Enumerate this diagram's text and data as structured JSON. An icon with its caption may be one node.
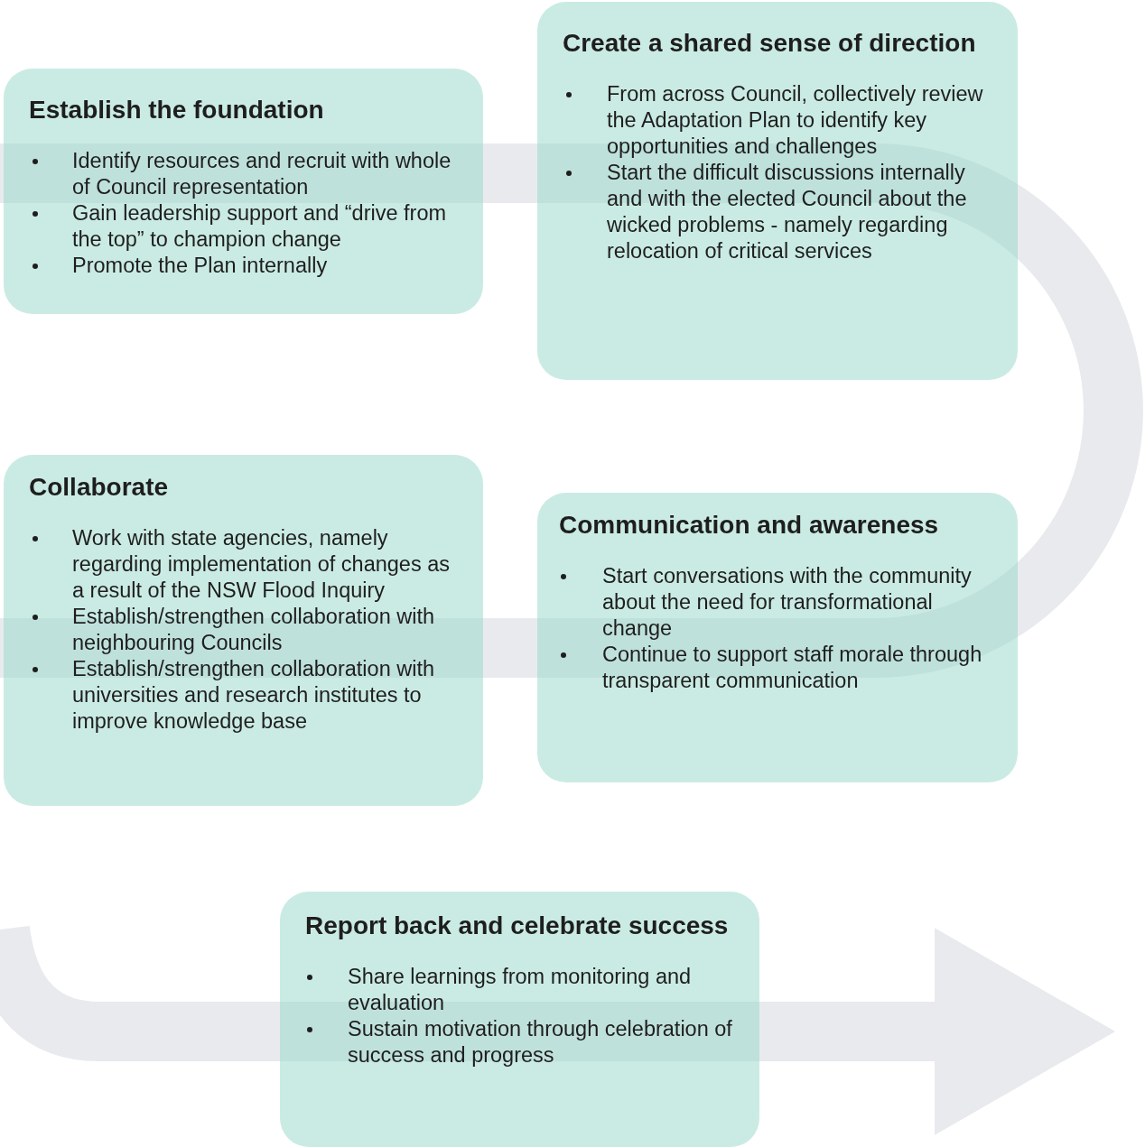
{
  "diagram": {
    "nodes": [
      {
        "text": [
          "Establish the foundation",
          "Identify resources and recruit with whole of Council representation",
          "Gain leadership support and “drive from the top” to champion change",
          "Promote the Plan internally"
        ]
      },
      {
        "text": [
          "Create a shared sense of direction",
          "From across Council, collectively review the Adaptation Plan to identify key opportunities and challenges",
          "Start the difficult discussions internally and with the elected Council about the wicked problems - namely regarding relocation of critical services"
        ]
      },
      {
        "text": [
          "Collaborate",
          "Work with state agencies, namely regarding implementation of changes as a result of the NSW Flood Inquiry",
          "Establish/strengthen collaboration with neighbouring Councils",
          "Establish/strengthen collaboration with universities and research institutes to improve knowledge base"
        ]
      },
      {
        "text": [
          "Communication and awareness",
          "Start conversations with the community about the need for transformational change",
          "Continue to support staff morale through transparent communication"
        ]
      },
      {
        "text": [
          "Report back and celebrate success",
          "Share learnings from monitoring and evaluation",
          "Sustain motivation through celebration of success and progress"
        ]
      }
    ],
    "edges": [
      {
        "from": 0,
        "to": 1,
        "arrow": "none"
      },
      {
        "from": 1,
        "to": 3,
        "arrow": "none"
      },
      {
        "from": 3,
        "to": 2,
        "arrow": "none"
      },
      {
        "from": null,
        "to": 4,
        "arrow": "none"
      },
      {
        "from": 4,
        "to": null,
        "arrow": "to"
      }
    ]
  }
}
